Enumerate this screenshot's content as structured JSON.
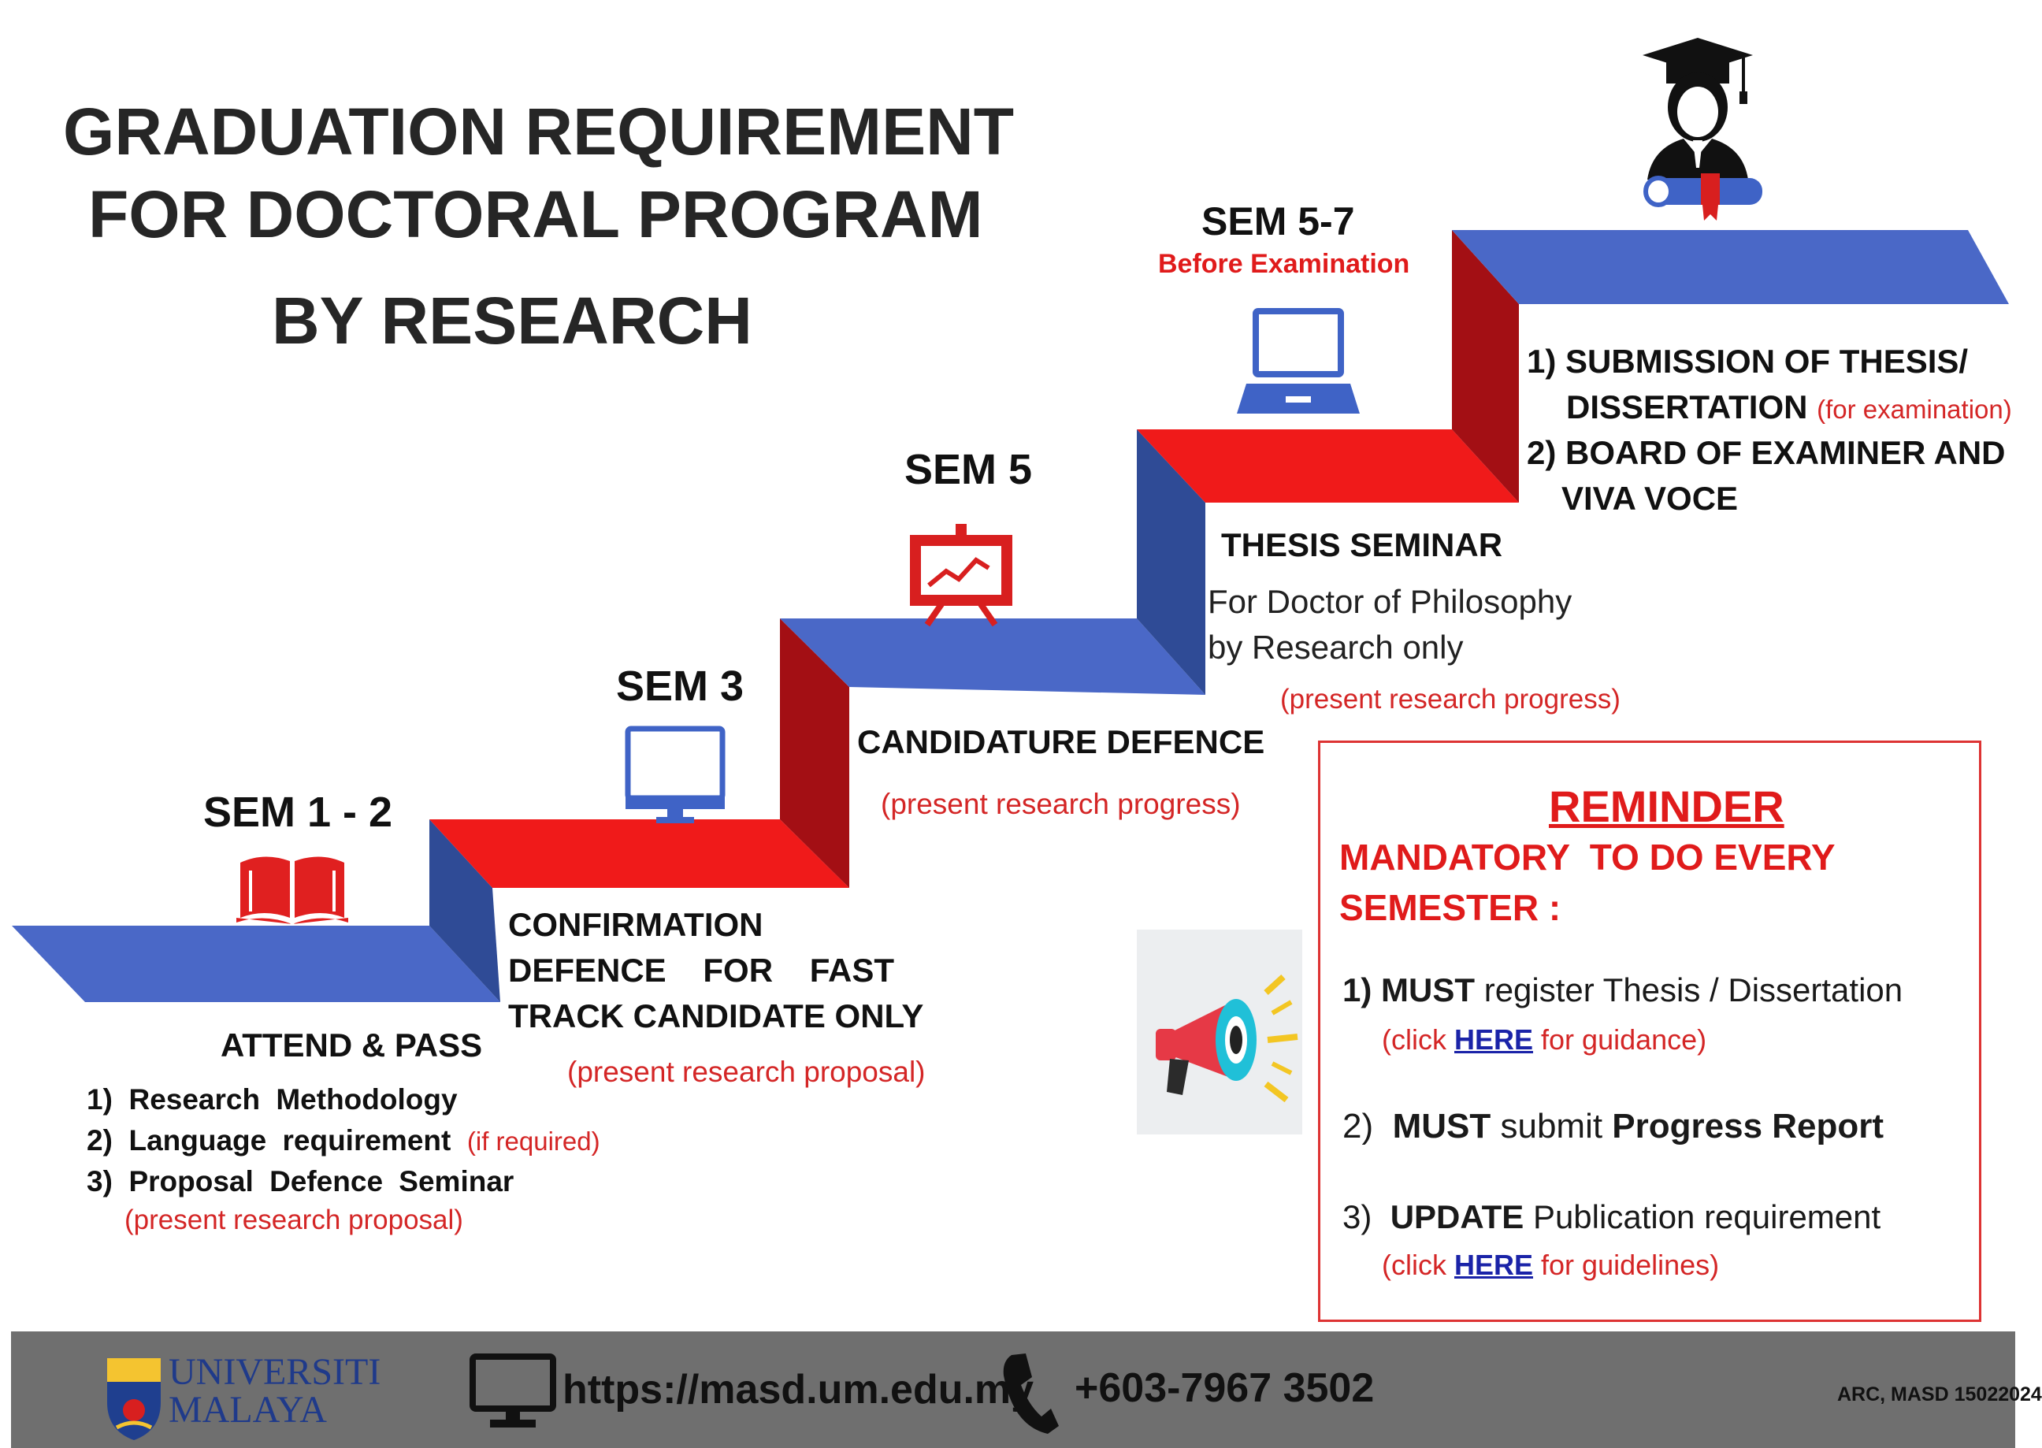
{
  "title": {
    "line1": "GRADUATION REQUIREMENT",
    "line2": "FOR DOCTORAL PROGRAM",
    "line3": "BY RESEARCH"
  },
  "steps": [
    {
      "sem": "SEM 1 - 2",
      "icon": "book-icon",
      "heading": "ATTEND & PASS",
      "items": [
        {
          "num": "1)",
          "text": "Research Methodology",
          "note": ""
        },
        {
          "num": "2)",
          "text": "Language requirement",
          "note": "(if required)"
        },
        {
          "num": "3)",
          "text": "Proposal Defence Seminar",
          "note": ""
        }
      ],
      "note": "(present research proposal)"
    },
    {
      "sem": "SEM 3",
      "icon": "monitor-icon",
      "heading_lines": [
        "CONFIRMATION",
        "DEFENCE    FOR    FAST",
        "TRACK CANDIDATE ONLY"
      ],
      "note": "(present research proposal)"
    },
    {
      "sem": "SEM 5",
      "icon": "presentation-board-icon",
      "heading": "CANDIDATURE DEFENCE",
      "note": "(present research progress)"
    },
    {
      "sem": "SEM 5-7",
      "sub": "Before Examination",
      "icon": "laptop-icon",
      "heading": "THESIS SEMINAR",
      "desc_lines": [
        "For Doctor of Philosophy",
        "by Research only"
      ],
      "note": "(present research progress)"
    },
    {
      "icon": "graduate-icon",
      "items": [
        {
          "num": "1)",
          "line1": "SUBMISSION OF THESIS/",
          "line2": "DISSERTATION",
          "note": "(for examination)"
        },
        {
          "num": "2)",
          "line1": "BOARD OF EXAMINER AND",
          "line2": "VIVA VOCE"
        }
      ]
    }
  ],
  "reminder": {
    "title": "REMINDER",
    "subtitle_line1": "MANDATORY  TO DO EVERY",
    "subtitle_line2": "SEMESTER :",
    "items": [
      {
        "num": "1)",
        "strong": "MUST",
        "text": "register Thesis / Dissertation",
        "hint_pre": "(click ",
        "hint_link": "HERE",
        "hint_post": " for guidance)"
      },
      {
        "num": "2)",
        "strong": "MUST",
        "text": "submit",
        "text_strong": "Progress Report"
      },
      {
        "num": "3)",
        "strong": "UPDATE",
        "text": "Publication requirement",
        "hint_pre": "(click ",
        "hint_link": "HERE",
        "hint_post": " for guidelines)"
      }
    ],
    "icon": "megaphone-icon"
  },
  "footer": {
    "logo_line1": "UNIVERSITI",
    "logo_line2": "MALAYA",
    "website": "https://masd.um.edu.my",
    "phone": "+603-7967 3502",
    "code": "ARC, MASD 15022024"
  },
  "colors": {
    "blue": "#4a68c7",
    "red": "#f01a1a",
    "dark_red": "#a30f14",
    "dark_blue": "#2f4b96",
    "note_red": "#d42626",
    "footer": "#6f6f6f"
  }
}
